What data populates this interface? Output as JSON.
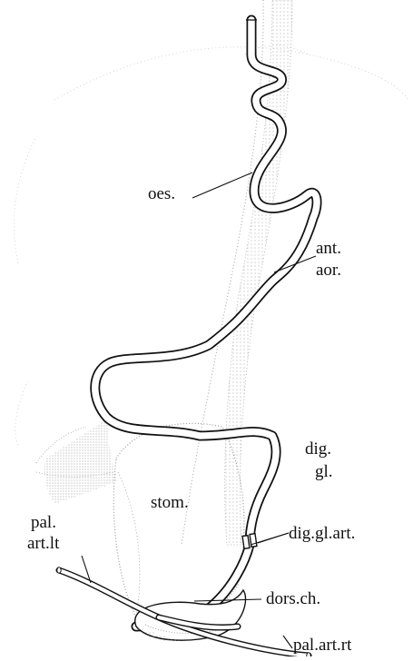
{
  "labels": {
    "oes": "oes.",
    "ant_aor_1": "ant.",
    "ant_aor_2": "aor.",
    "dig_gl_1": "dig.",
    "dig_gl_2": "gl.",
    "stom": "stom.",
    "pal_art_lt_1": "pal.",
    "pal_art_lt_2": "art.lt",
    "dig_gl_art": "dig.gl.art.",
    "dors_ch": "dors.ch.",
    "pal_art_rt": "pal.art.rt"
  },
  "colors": {
    "ink": "#111111",
    "stipple": "#9a9a9a"
  }
}
